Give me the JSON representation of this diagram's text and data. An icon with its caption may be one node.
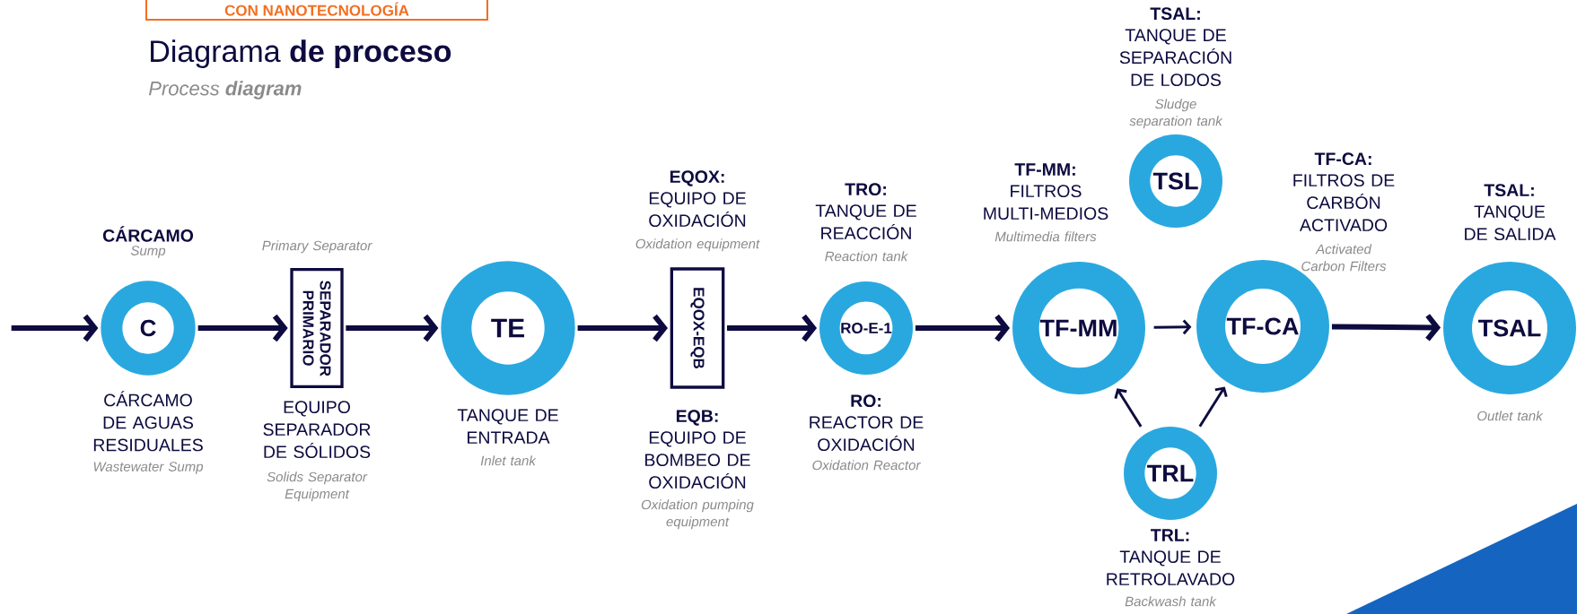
{
  "diagram": {
    "title": "Diagrama **de proceso**",
    "nodes": [
      {
        "text": [
          "C"
        ],
        "beside": [
          "CÁRCAMO",
          "Sump",
          "CÁRCAMO DE AGUAS RESIDUALES",
          "Wastewater Sump"
        ]
      },
      {
        "text": [
          "SEPARADOR PRIMARIO"
        ],
        "beside": [
          "Primary Separator",
          "EQUIPO SEPARADOR DE SÓLIDOS",
          "Solids Separator Equipment"
        ]
      },
      {
        "text": [
          "TE"
        ],
        "beside": [
          "TANQUE DE ENTRADA",
          "Inlet tank"
        ]
      },
      {
        "text": [
          "EQOX-EQB"
        ],
        "beside": [
          "EQOX:",
          "EQUIPO DE OXIDACIÓN",
          "Oxidation equipment",
          "EQB:",
          "EQUIPO DE BOMBEO DE OXIDACIÓN",
          "Oxidation pumping equipment"
        ]
      },
      {
        "text": [
          "RO-E-1"
        ],
        "beside": [
          "TRO:",
          "TANQUE DE REACCIÓN",
          "Reaction tank",
          "RO:",
          "REACTOR DE OXIDACIÓN",
          "Oxidation Reactor"
        ]
      },
      {
        "text": [
          "TF-MM"
        ],
        "beside": [
          "TF-MM:",
          "FILTROS MULTI-MEDIOS",
          "Multimedia filters"
        ]
      },
      {
        "text": [
          "TSL"
        ],
        "beside": [
          "TSAL:",
          "TANQUE DE SEPARACIÓN DE LODOS",
          "Sludge separation tank"
        ]
      },
      {
        "text": [
          "TF-CA"
        ],
        "beside": [
          "TF-CA:",
          "FILTROS DE CARBÓN ACTIVADO",
          "Activated Carbon Filters"
        ]
      },
      {
        "text": [
          "TSAL"
        ],
        "beside": [
          "TSAL:",
          "TANQUE DE SALIDA",
          "Outlet tank"
        ]
      },
      {
        "text": [
          "TRL"
        ],
        "beside": [
          "TRL:",
          "TANQUE DE RETROLAVADO",
          "Backwash tank"
        ]
      }
    ],
    "edges": [
      {
        "from": null,
        "to": 0,
        "arrow": "to"
      },
      {
        "from": 0,
        "to": 1,
        "arrow": "to"
      },
      {
        "from": 1,
        "to": 2,
        "arrow": "to"
      },
      {
        "from": 2,
        "to": 3,
        "arrow": "to"
      },
      {
        "from": 3,
        "to": 4,
        "arrow": "to"
      },
      {
        "from": 4,
        "to": 5,
        "arrow": "to"
      },
      {
        "from": 5,
        "to": 7,
        "arrow": "to"
      },
      {
        "from": 9,
        "to": 5,
        "arrow": "to"
      },
      {
        "from": 9,
        "to": 7,
        "arrow": "to"
      },
      {
        "from": 7,
        "to": 8,
        "arrow": "to"
      }
    ],
    "labels": [
      "CON NANOTECNOLOGÍA",
      "Process **diagram**"
    ]
  }
}
